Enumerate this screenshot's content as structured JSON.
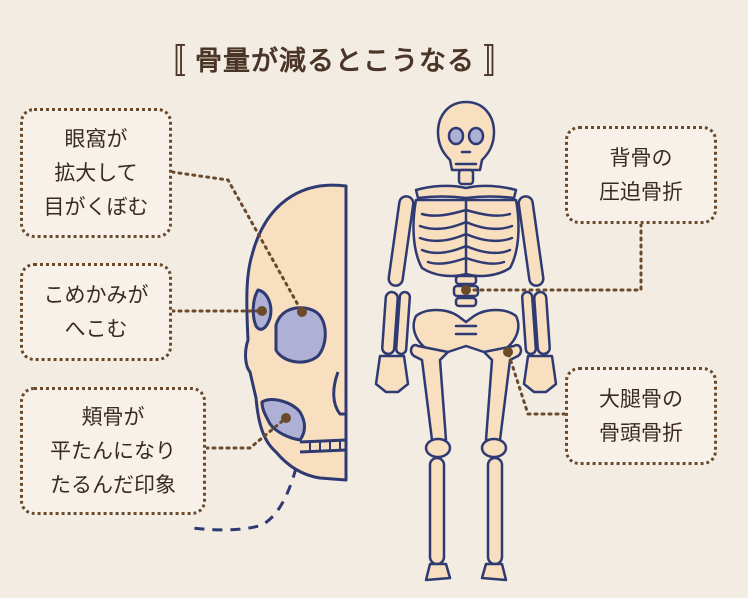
{
  "title": {
    "bracket_left": "〚",
    "text": "骨量が減るとこうなる",
    "bracket_right": "〛"
  },
  "callouts": {
    "eye_socket": "眼窩が\n拡大して\n目がくぼむ",
    "temple": "こめかみが\nへこむ",
    "cheekbone": "頬骨が\n平たんになり\nたるんだ印象",
    "spine": "背骨の\n圧迫骨折",
    "femur": "大腿骨の\n骨頭骨折"
  },
  "colors": {
    "background": "#f3ece2",
    "bone_fill": "#f7dfbf",
    "bone_outline": "#2f3a72",
    "hollow_fill": "#aeb0d6",
    "leader_line": "#6b4a2c"
  }
}
